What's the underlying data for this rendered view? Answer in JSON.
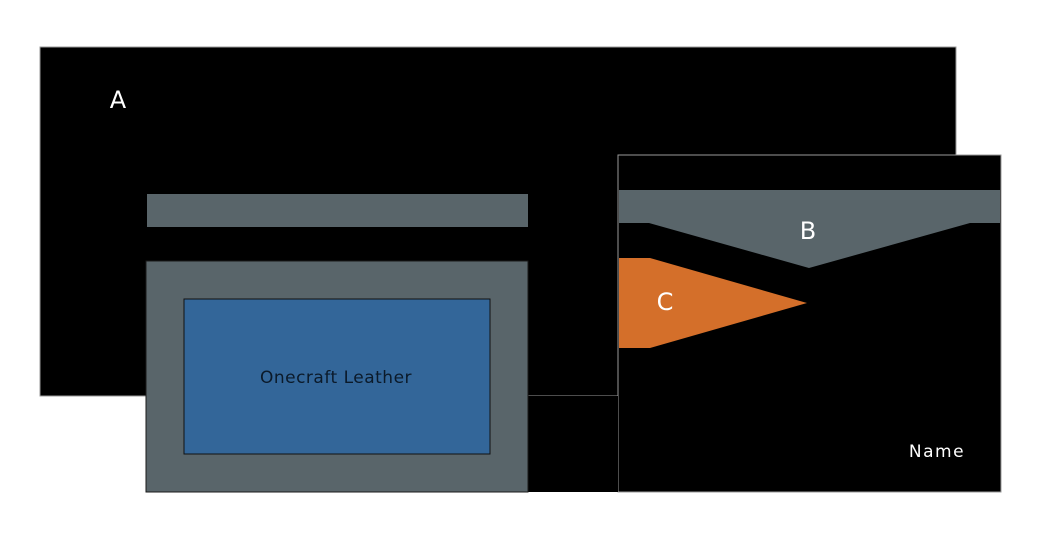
{
  "diagram": {
    "labels": {
      "region_a": "A",
      "region_b": "B",
      "region_c": "C",
      "inner_box": "Onecraft Leather",
      "name": "Name"
    },
    "colors": {
      "background": "#ffffff",
      "panel": "#000000",
      "gray": "#59656a",
      "blue": "#336699",
      "orange": "#d46f2a",
      "text_light": "#ffffff",
      "text_dark": "#0b1a2a"
    }
  }
}
